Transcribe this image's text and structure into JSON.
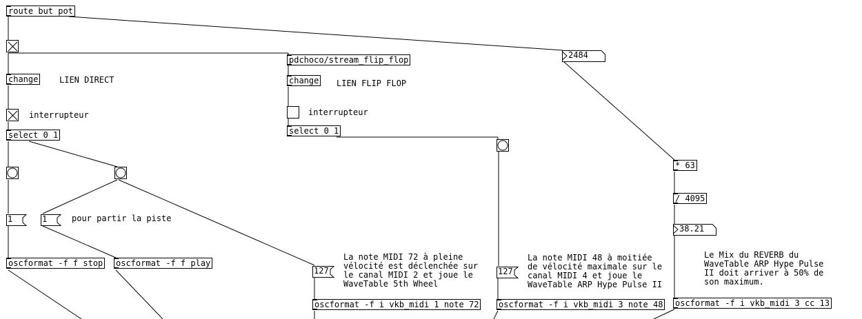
{
  "objects": {
    "route": "route but pot",
    "stream_flip_flop": "pdchoco/stream_flip_flop",
    "change_left": "change",
    "change_mid": "change",
    "select_left": "select 0 1",
    "select_mid": "select 0 1",
    "osc_stop": "oscformat -f f stop",
    "osc_play": "oscformat -f f play",
    "osc_note72": "oscformat -f i vkb_midi 1 note 72",
    "osc_note48": "oscformat -f i vkb_midi 3 note 48",
    "osc_cc13": "oscformat -f i vkb_midi 3 cc 13",
    "mul": "* 63",
    "div": "/ 4095"
  },
  "numbers": {
    "pot_value": "2484",
    "mix_value": "38.21"
  },
  "messages": {
    "msg_1_a": "1",
    "msg_1_b": "1",
    "msg_127_a": "127",
    "msg_127_b": "127"
  },
  "comments": {
    "lien_direct": "LIEN DIRECT",
    "lien_flip_flop": "LIEN FLIP FLOP",
    "interrupteur_left": "interrupteur",
    "interrupteur_mid": "interrupteur",
    "pour_partir": "pour partir la piste",
    "note72": "La note MIDI 72 à pleine\nvélocité est déclenchée sur\nle canal MIDI 2 et joue le\nWaveTable 5th Wheel",
    "note48": "La note MIDI 48 à moitiée\nde vélocité maximale sur le\ncanal MIDI 4 et joue le\nWaveTable ARP Hype Pulse II",
    "reverb": "Le Mix du REVERB du\nWaveTable ARP Hype Pulse\nII doit arriver à 50% de\nson maximum."
  },
  "toggles": {
    "toggle_top": true,
    "toggle_left": true,
    "toggle_mid": false
  },
  "icons": {
    "toggle": "toggle-x-icon",
    "bang": "bang-circle-icon"
  }
}
